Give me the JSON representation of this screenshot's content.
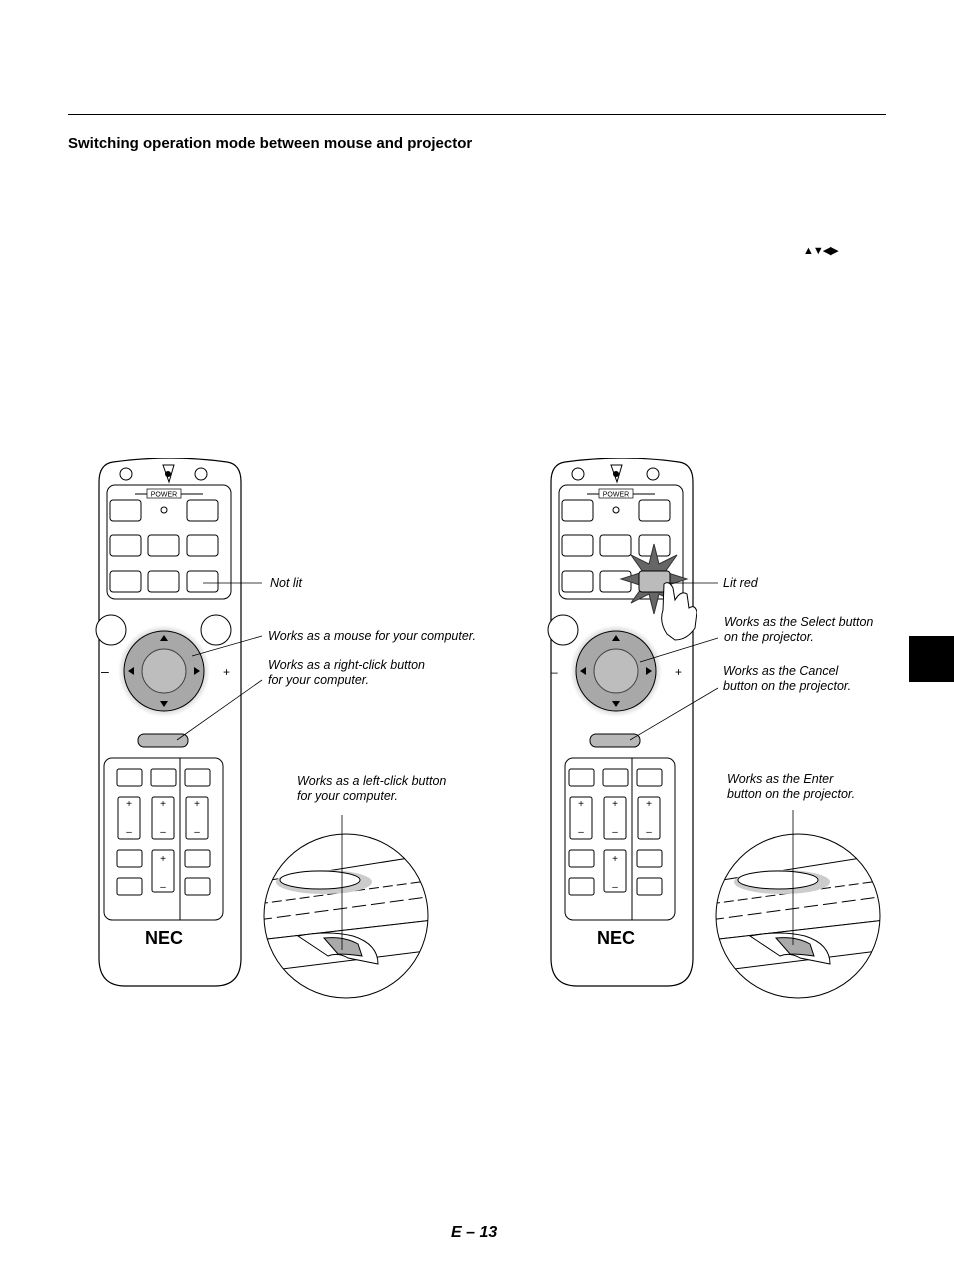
{
  "heading": "Switching operation mode between mouse and projector",
  "arrow_symbols": "▲▼◀▶",
  "page_number": "E – 13",
  "remote": {
    "power_label": "POWER",
    "brand": "NEC",
    "minus": "–",
    "plus": "+"
  },
  "left_labels": {
    "not_lit": "Not lit",
    "mouse": "Works as a mouse for your computer.",
    "right_click_1": "Works as a right-click button",
    "right_click_2": "for your computer.",
    "left_click_1": "Works as a left-click button",
    "left_click_2": "for your computer."
  },
  "right_labels": {
    "lit_red": "Lit red",
    "select_1": "Works as the Select button",
    "select_2": "on the projector.",
    "cancel_1": "Works as the Cancel",
    "cancel_2": "button on the projector.",
    "enter_1": "Works as the Enter",
    "enter_2": "button on the projector."
  }
}
